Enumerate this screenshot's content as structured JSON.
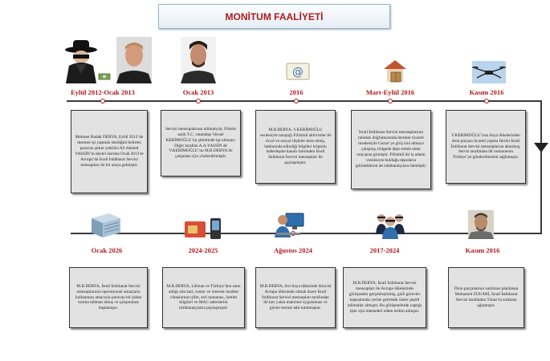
{
  "title": "MONİTUM FAALİYETİ",
  "top_row": [
    {
      "date": "Eylül 2012-Ocak 2013",
      "text": "Mehmet Budak DERYA, Eylül 2012’de mermer işi yapmak istediğini belirten paravan şirket yetkilisi Ali Ahmed YASSİN’in daveti üzerine Ocak 2013’te Avrupa’da İsrail İstihbarat Servisi mensupları ile bir araya gelmiştir."
    },
    {
      "date": "Ocak 2013",
      "text": "Servisi mensuplarının talimatıyla, Filistin asıllı T.C. vatandaşı Veysel KERİMOĞLU’nu şirketinde işe almıştır. Diğer taraftan A.A.YASSİN de V.KERİMOĞLU’nu M.B.DERYA ile çalışması için yönlendirmiştir."
    },
    {
      "date": "2016",
      "text": "M.B.DERYA, V.KERİMOĞLU vesilesiyle tanıştığı Filistinli aktivistler ile ticari ve sosyal ilişkiler tesis etmiş, haklarında edindiği bilgileri kriptolu haberleşme kanalı üzerinden İsrail İstihbarat Servisi mensupları ile paylaşmıştır."
    },
    {
      "date": "Mart-Eylül 2016",
      "text": "İsrail İstihbarat Servisi mensuplarının talimatı doğrultusunda mermer ticareti maskesiyle Gazze’ye giriş izni almaya çalışmış, bölgede depo temin etme arayışına girmiştir. Filistinli bir iş adamı vesilesiyle bulduğu depoların görüntülerini de istihbaratçılara iletmiştir."
    },
    {
      "date": "Kasım 2016",
      "text": "V.KERİMOĞLU’nun Asya ülkelerinden dron parçası ticareti yapma fikrini İsrail İstihbarat Servisi mensuplarına aktarmış, Servis tarafından ilk numunenin Türkiye’ye gönderilmesini sağlamıştır."
    }
  ],
  "bottom_row": [
    {
      "date": "Ocak 2026",
      "text": "M.B.DERYA, İsrail İstihbarat Servisi mensuplarının operasyonel amaçlarla kullanması amacıyla paravan bir şirket kurma talimatı almış ve çalışmalara başlamıştır."
    },
    {
      "date": "2024-2025",
      "text": "M.B.DERYA, Lübnan ve Türkiye’den satın aldığı sim kart, router ve internet modem cihazlarının şifre, seri numarası, üretim bilgileri ve MAC adreslerini istihbaratçılarla paylaşmıştır."
    },
    {
      "date": "Ağustos 2024",
      "text": "M.B.DERYA, biri Asya ülkesinde ikincisi Avrupa ülkesinde olmak üzere İsrail İstihbarat Servisi mensupları tarafından iki kez yalan makinesi uygulaması ve güven testine tabi tutulmuştur."
    },
    {
      "date": "2017-2024",
      "text": "M.B.DERYA, İsrail İstihbarat Servisi mensupları ile Avrupa ülkelerinde görüşmeler gerçekleştirmiş, gizli görevler kapsamında yerine getirmek üzere çeşitli talimatlar almıştır. Bu görüşmelerde yaptığı işler için ödemeleri elden teslim almıştır."
    },
    {
      "date": "Kasım 2016",
      "text": "Dron parçalarının satılması planlanan Mohamed ZOUARİ, İsrail İstihbarat Servisi tarafından Tunus’ta suikasta uğramıştır."
    }
  ],
  "icons": [
    "spy-icon",
    "man-photo-icon",
    "man-photo-icon",
    "email-icon",
    "house-icon",
    "drone-icon",
    "server-icon",
    "simcard-phone-icon",
    "computer-user-icon",
    "agents-icon",
    "man-photo-icon"
  ]
}
